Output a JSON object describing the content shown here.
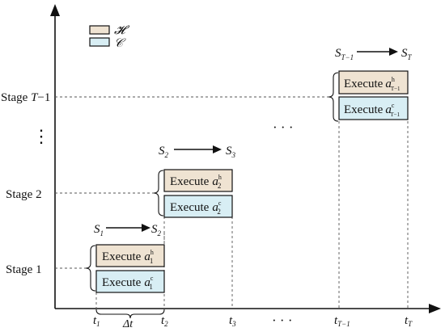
{
  "legend": {
    "h_symbol": "𝓗",
    "c_symbol": "𝒞",
    "h_color": "#efe3d2",
    "c_color": "#d8eef4"
  },
  "y_axis": {
    "stages": [
      {
        "prefix": "Stage ",
        "index": "1",
        "suffix": ""
      },
      {
        "prefix": "Stage ",
        "index": "2",
        "suffix": ""
      },
      {
        "prefix": "Stage ",
        "index": "T",
        "suffix": "−1"
      }
    ],
    "vertical_dots": "⋮"
  },
  "x_axis": {
    "ticks": [
      {
        "base": "t",
        "sub": "1"
      },
      {
        "base": "t",
        "sub": "2"
      },
      {
        "base": "t",
        "sub": "3"
      },
      {
        "base": "t",
        "sub": "T−1"
      },
      {
        "base": "t",
        "sub": "T"
      }
    ],
    "delta": "Δt",
    "dots": "· · ·"
  },
  "middle_dots": "· · ·",
  "execute_label": "Execute",
  "stage_blocks": [
    {
      "from_state": {
        "base": "S",
        "sub": "1"
      },
      "to_state": {
        "base": "S",
        "sub": "2"
      },
      "h_action": {
        "base": "a",
        "sub": "1",
        "sup": "h"
      },
      "c_action": {
        "base": "a",
        "sub": "1",
        "sup": "c"
      }
    },
    {
      "from_state": {
        "base": "S",
        "sub": "2"
      },
      "to_state": {
        "base": "S",
        "sub": "3"
      },
      "h_action": {
        "base": "a",
        "sub": "2",
        "sup": "h"
      },
      "c_action": {
        "base": "a",
        "sub": "2",
        "sup": "c"
      }
    },
    {
      "from_state": {
        "base": "S",
        "sub": "T−1"
      },
      "to_state": {
        "base": "S",
        "sub": "T"
      },
      "h_action": {
        "base": "a",
        "sub": "T−1",
        "sup": "h"
      },
      "c_action": {
        "base": "a",
        "sub": "T−1",
        "sup": "c"
      }
    }
  ]
}
